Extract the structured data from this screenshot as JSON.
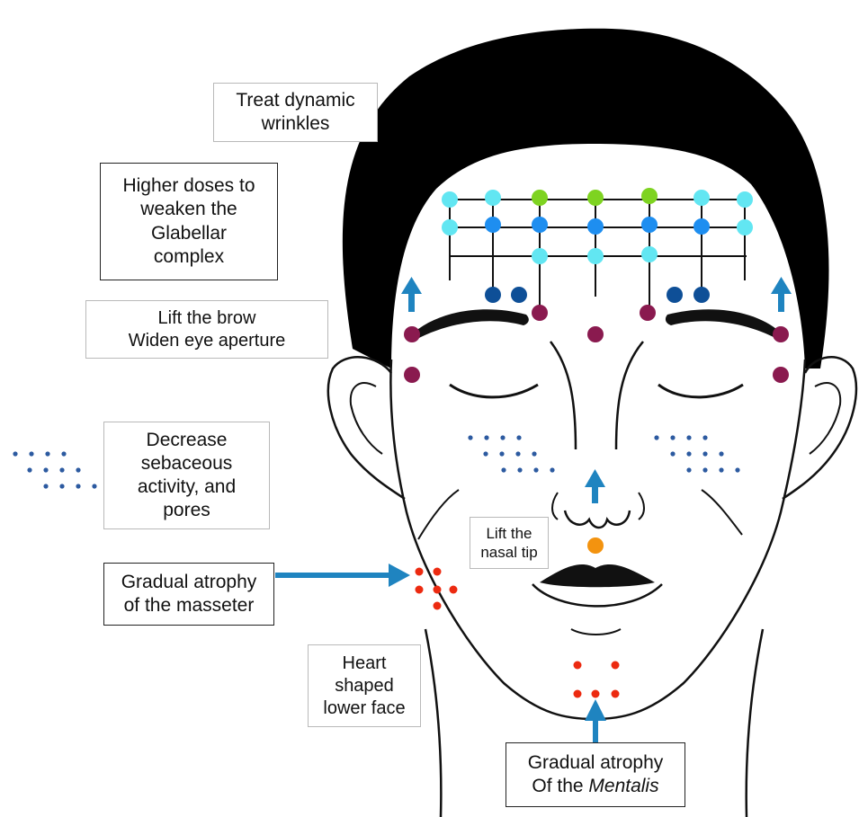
{
  "labels": {
    "dynamic_wrinkles": {
      "lines": [
        "Treat dynamic",
        "wrinkles"
      ]
    },
    "glabellar": {
      "lines": [
        "Higher doses to",
        "weaken the",
        "Glabellar",
        "complex"
      ]
    },
    "brow": {
      "lines": [
        "Lift the brow",
        "Widen eye aperture"
      ]
    },
    "sebaceous": {
      "lines": [
        "Decrease",
        "sebaceous",
        "activity, and",
        "pores"
      ]
    },
    "masseter": {
      "lines": [
        "Gradual atrophy",
        "of the masseter"
      ]
    },
    "nasal_tip": {
      "lines": [
        "Lift the",
        "nasal tip"
      ]
    },
    "heart": {
      "lines": [
        "Heart",
        "shaped",
        "lower face"
      ]
    },
    "mentalis": {
      "line1": "Gradual atrophy",
      "line2_prefix": "Of the ",
      "line2_italic": "Mentalis"
    }
  },
  "colors": {
    "line": "#111111",
    "hair": "#000000",
    "cyan_dot": "#62e6f2",
    "blue_dot": "#1e8ef0",
    "green_dot": "#7ed321",
    "navy_dot": "#0e4f97",
    "plum_dot": "#8a1a4f",
    "sebaceous_dot": "#2c5aa0",
    "red_dot": "#ec2a10",
    "orange_dot": "#f3930f",
    "arrow": "#1f84c0"
  },
  "icons": {
    "arrow": "up-arrow-icon"
  }
}
